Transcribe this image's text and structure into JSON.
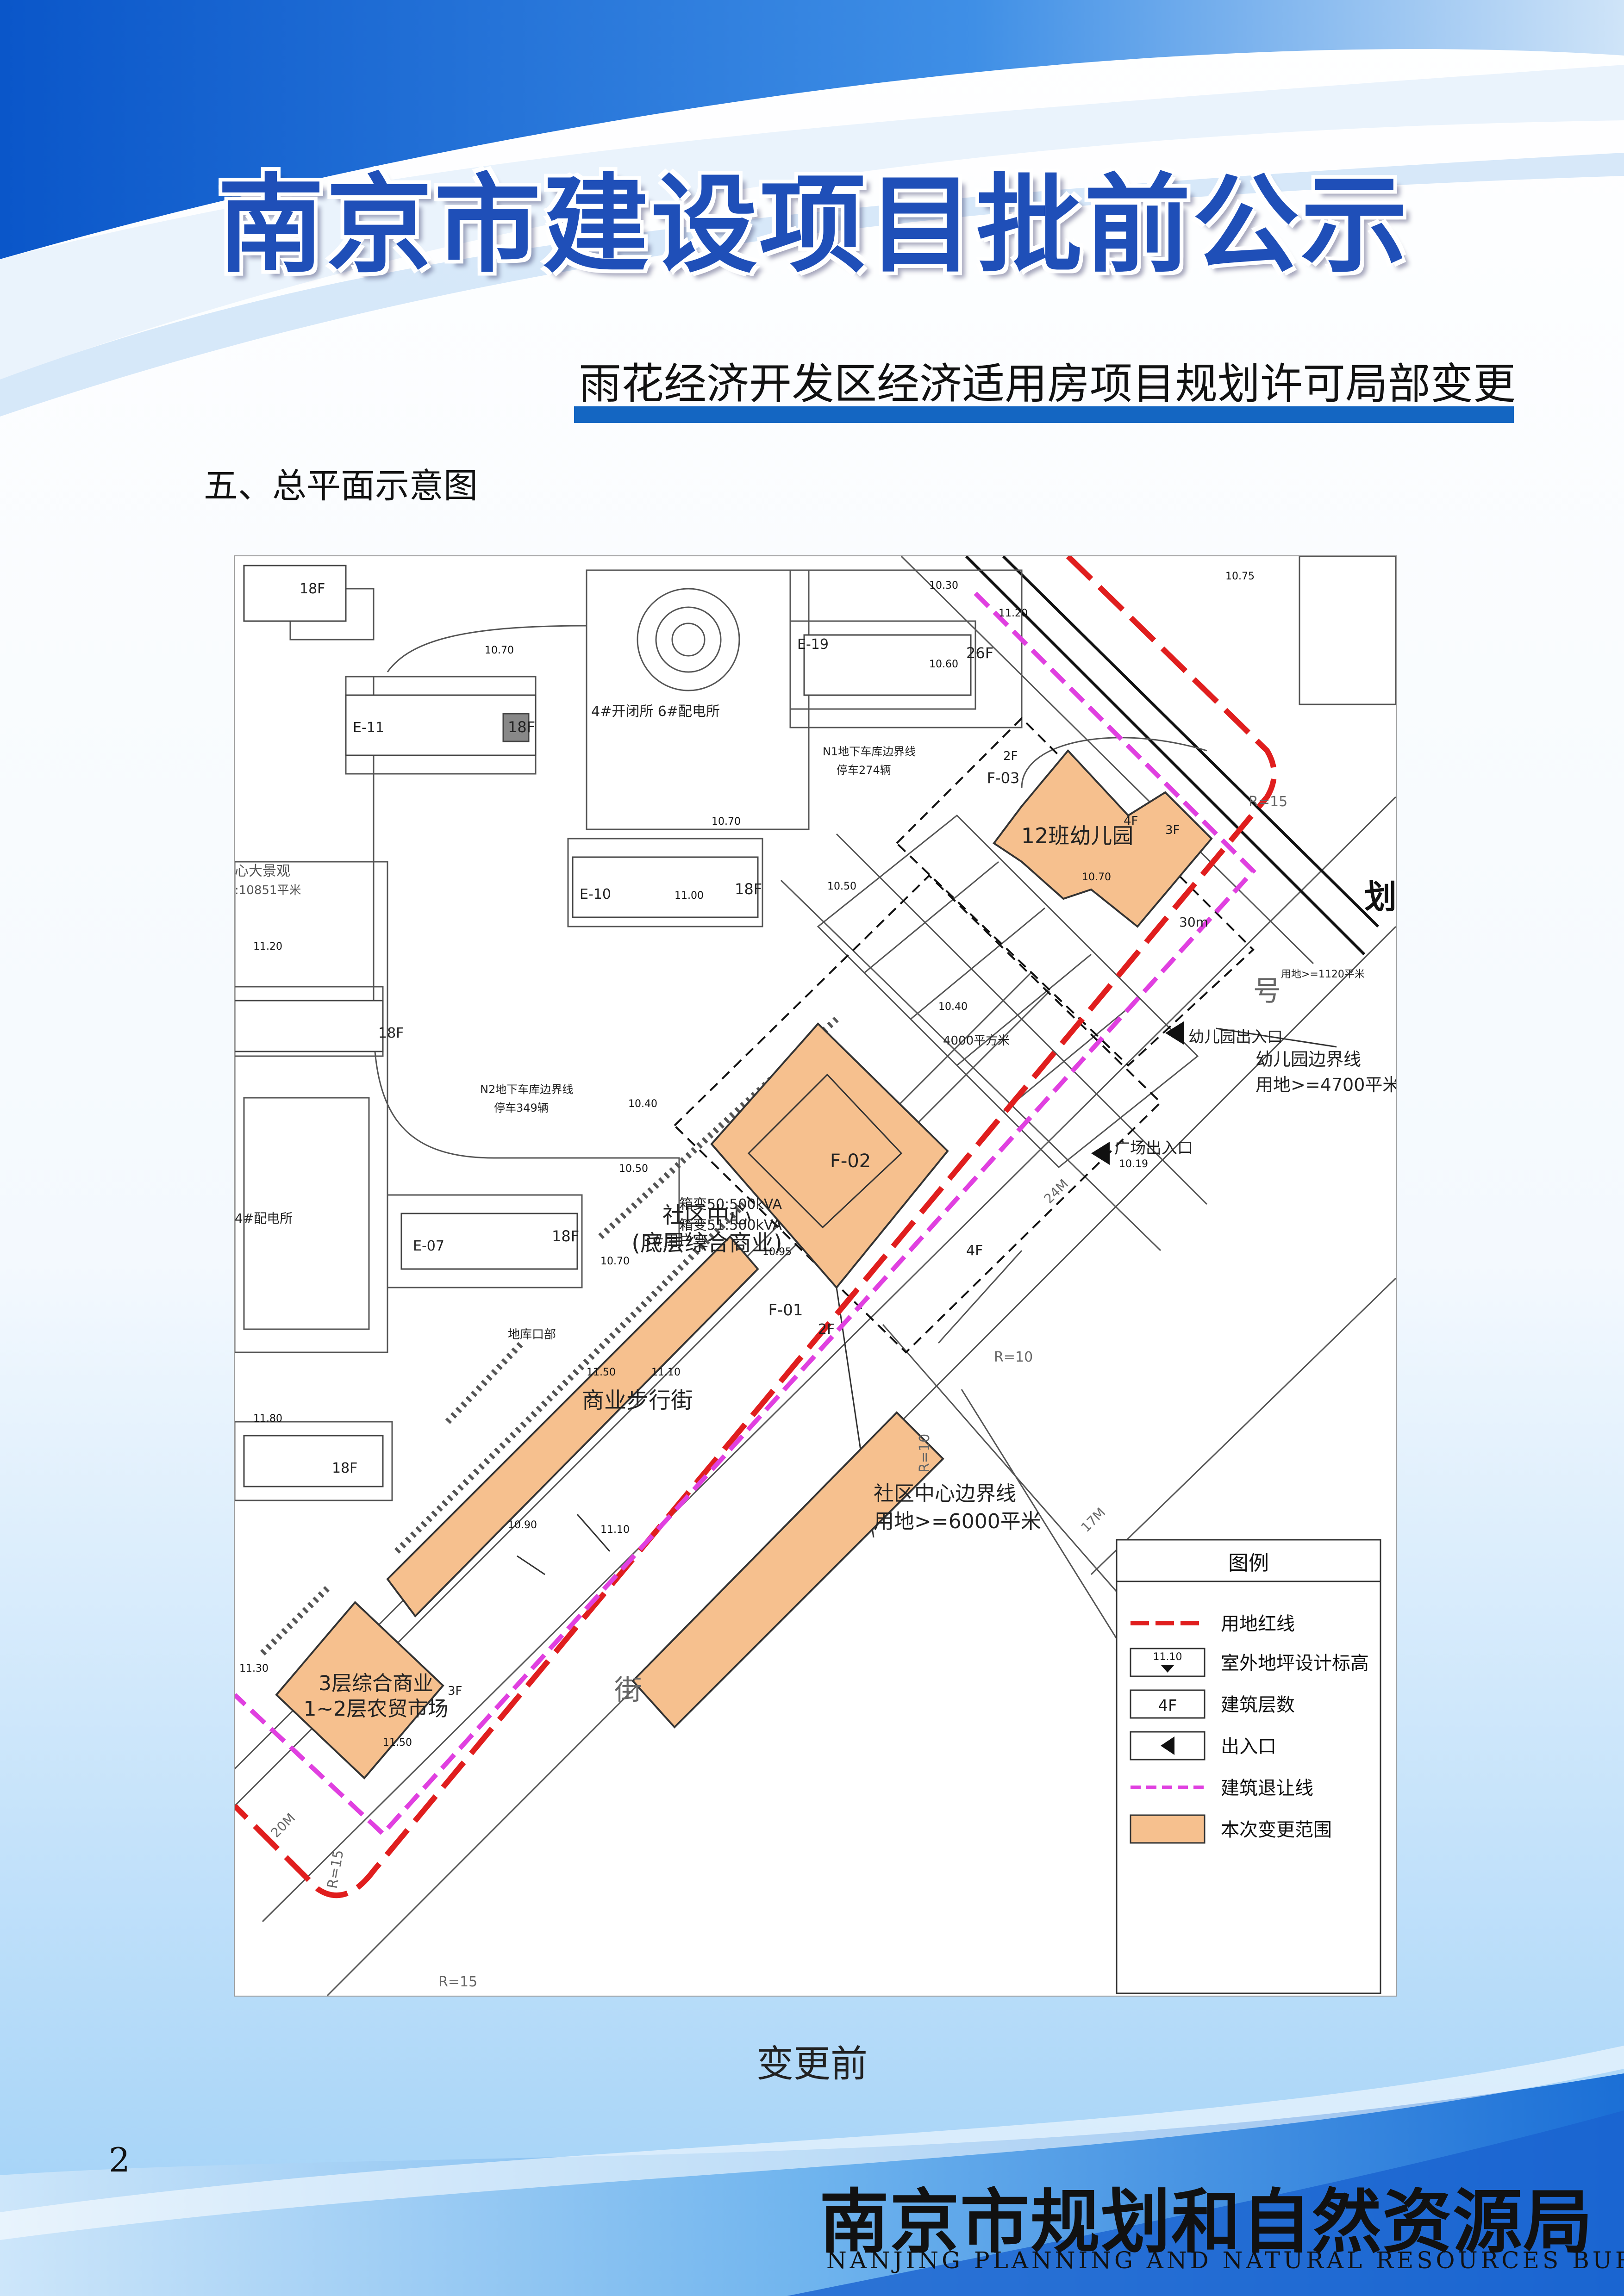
{
  "header": {
    "title": "南京市建设项目批前公示",
    "subtitle": "雨花经济开发区经济适用房项目规划许可局部变更",
    "section_heading": "五、总平面示意图"
  },
  "plan": {
    "buildings": {
      "f01_code": "F-01",
      "f01_floors": "2F",
      "f01_name": "商业步行街",
      "f02_code": "F-02",
      "f02_name_line1": "社区中心",
      "f02_name_line2": "(底层综合商业)",
      "f02_floors": "4F",
      "f02_note": "3#用户变",
      "f03_code": "F-03",
      "f03_name": "12班幼儿园",
      "f03_floors_a": "2F",
      "f03_floors_b": "4F",
      "f03_floors_c": "3F",
      "market_line1": "3层综合商业",
      "market_line2": "1~2层农贸市场",
      "market_floors": "3F",
      "e11_code": "E-11",
      "e11_floors": "18F",
      "e10_code": "E-10",
      "e10_floors": "18F",
      "e19_code": "E-19",
      "e19_floors": "26F",
      "e07_code": "E-07",
      "e07_floors": "18F",
      "nw_floors": "18F",
      "w1_floors": "18F",
      "w2_floors": "18F"
    },
    "labels": {
      "power_room": "4#开闭所  6#配电所",
      "power_room_w": "4#配电所",
      "n1_line1": "N1地下车库边界线",
      "n1_line2": "停车274辆",
      "n2_line1": "N2地下车库边界线",
      "n2_line2": "停车349辆",
      "landscape_line1": "心大景观",
      "landscape_line2": ":10851平米",
      "transformer_1": "箱变50:500kVA",
      "transformer_2": "箱变51:500kVA",
      "garage_entrance": "地库口部",
      "plaza_area": "4000平方米",
      "kindergarten_boundary_line1": "幼儿园边界线",
      "kindergarten_boundary_line2": "用地>=4700平米",
      "kindergarten_entrance": "幼儿园出入口",
      "plaza_entrance": "广场出入口",
      "community_boundary_line1": "社区中心边界线",
      "community_boundary_line2": "用地>=6000平米",
      "road_street": "街",
      "road_hao": "号",
      "road_hua": "划",
      "r10a": "R=10",
      "r10b": "R=10",
      "r15a": "R=15",
      "r15b": "R=15",
      "r15c": "R=15",
      "w24m": "24M",
      "w17m": "17M",
      "w20m": "20M",
      "w30m": "30m",
      "kg_area_note": "用地>=1120平米"
    },
    "elevations": [
      "10.70",
      "10.30",
      "11.20",
      "10.70",
      "10.50",
      "10.40",
      "10.19",
      "10.50",
      "10.40",
      "10.95",
      "10.70",
      "11.10",
      "11.50",
      "10.90",
      "11.10",
      "11.50",
      "11.20",
      "11.30",
      "11.80",
      "10.75",
      "10.60",
      "10.70",
      "11.00"
    ],
    "legend": {
      "title": "图例",
      "items": [
        "用地红线",
        "室外地坪设计标高",
        "建筑层数",
        "出入口",
        "建筑退让线",
        "本次变更范围"
      ],
      "sample_elevation": "11.10",
      "sample_floors": "4F"
    }
  },
  "caption": "变更前",
  "page_number": "2",
  "footer": {
    "agency": "南京市规划和自然资源局",
    "agency_en": "NANJING PLANNING AND NATURAL RESOURCES BUREAU"
  },
  "colors": {
    "title_blue": "#1f4fb8",
    "bar_blue": "#1466c2",
    "building_fill": "#f6c08e",
    "red_line": "#e01e1e",
    "setback_line": "#e040e0"
  }
}
